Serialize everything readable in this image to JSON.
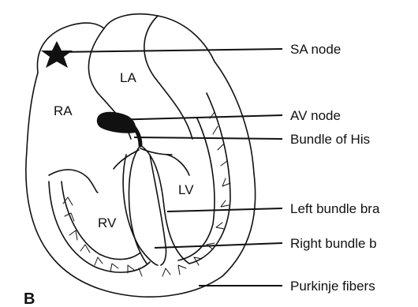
{
  "diagram": {
    "panel_label": "B",
    "chambers": {
      "ra": "RA",
      "la": "LA",
      "rv": "RV",
      "lv": "LV"
    },
    "callouts": {
      "sa_node": "SA node",
      "av_node": "AV node",
      "bundle_of_his": "Bundle of His",
      "left_bundle_branch": "Left bundle bra",
      "right_bundle_branch": "Right bundle b",
      "purkinje_fibers": "Purkinje fibers"
    }
  }
}
